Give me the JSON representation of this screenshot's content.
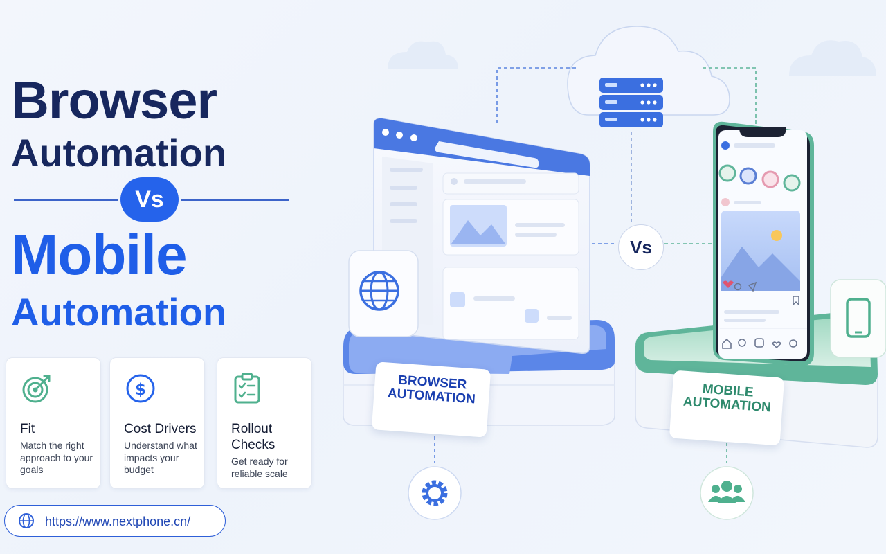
{
  "headline": {
    "line1": "Browser",
    "line2": "Automation",
    "vs": "Vs",
    "line3": "Mobile",
    "line4": "Automation"
  },
  "cards": [
    {
      "title": "Fit",
      "description": "Match the right approach to your goals",
      "icon": "target-icon"
    },
    {
      "title": "Cost Drivers",
      "description": "Understand what impacts your budget",
      "icon": "dollar-icon"
    },
    {
      "title": "Rollout Checks",
      "description": "Get ready for reliable scale",
      "icon": "checklist-icon"
    }
  ],
  "url": "https://www.nextphone.cn/",
  "scene": {
    "browser_label": "BROWSER AUTOMATION",
    "mobile_label": "MOBILE AUTOMATION",
    "vs": "Vs"
  },
  "colors": {
    "navy": "#17275e",
    "blue": "#1f5ee8",
    "green": "#4fb08e",
    "background": "#f3f6fc"
  }
}
